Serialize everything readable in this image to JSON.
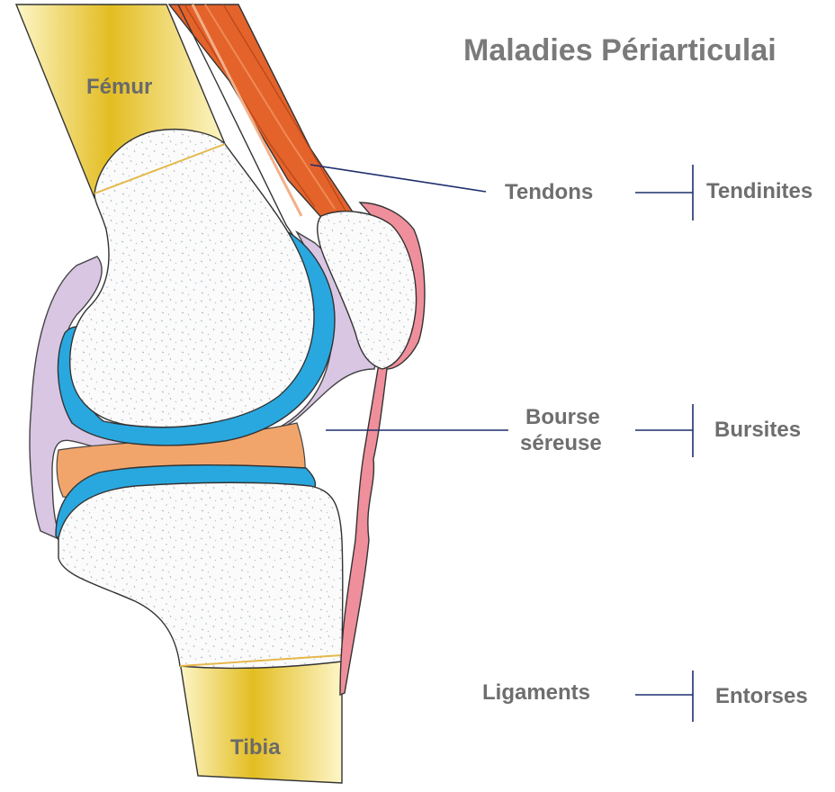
{
  "title": "Maladies Périarticulai",
  "bones": {
    "femur": "Fémur",
    "tibia": "Tibia"
  },
  "structures": [
    {
      "id": "tendons",
      "lines": [
        "Tendons"
      ],
      "disease": "Tendinites"
    },
    {
      "id": "bourse",
      "lines": [
        "Bourse",
        "séreuse"
      ],
      "disease": "Bursites"
    },
    {
      "id": "ligaments",
      "lines": [
        "Ligaments"
      ],
      "disease": "Entorses"
    }
  ],
  "colors": {
    "bone_shaft": "#e0b820",
    "bone_light": "#f6e79a",
    "cartilage": "#29a8e0",
    "synovial": "#d9c6e3",
    "meniscus": "#f2a56b",
    "tendon": "#e3632a",
    "ligament": "#ef8f9b",
    "leader_line": "#1e2e6e"
  }
}
